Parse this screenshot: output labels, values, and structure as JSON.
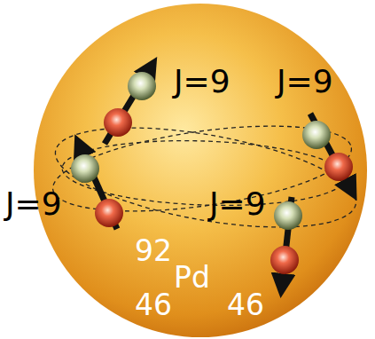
{
  "diagram": {
    "labels": [
      "J=9",
      "J=9",
      "J=9",
      "J=9",
      "92",
      "Pd",
      "46",
      "46"
    ]
  }
}
